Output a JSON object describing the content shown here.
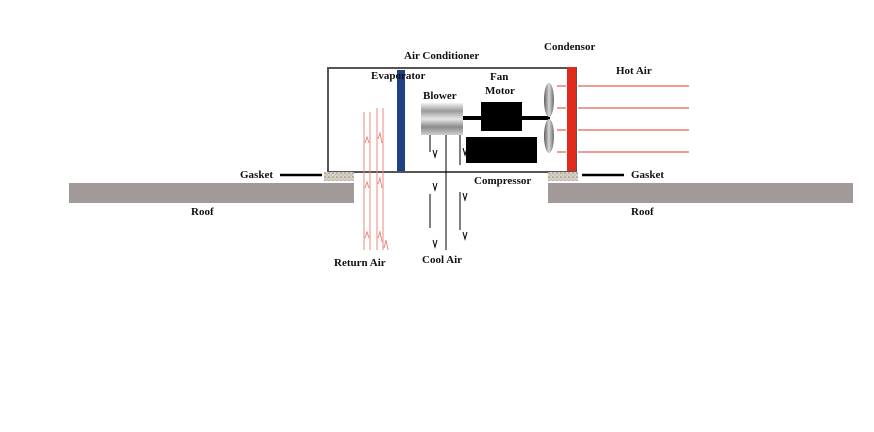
{
  "labels": {
    "air_conditioner": "Air Conditioner",
    "condensor": "Condensor",
    "evaporator": "Evaporator",
    "fan_motor_line1": "Fan",
    "fan_motor_line2": "Motor",
    "blower": "Blower",
    "hot_air": "Hot Air",
    "gasket_left": "Gasket",
    "gasket_right": "Gasket",
    "compressor": "Compressor",
    "roof_left": "Roof",
    "roof_right": "Roof",
    "return_air": "Return Air",
    "cool_air": "Cool Air"
  },
  "colors": {
    "roof": "#a19a98",
    "housing": "#555555",
    "evaporator": "#1f3f86",
    "condensor": "#e02a1c",
    "hot_air_line": "#e03a2a",
    "return_air_line": "#e88a80",
    "component": "#000000",
    "gasket": "#d8d2c6",
    "line": "#000000"
  }
}
